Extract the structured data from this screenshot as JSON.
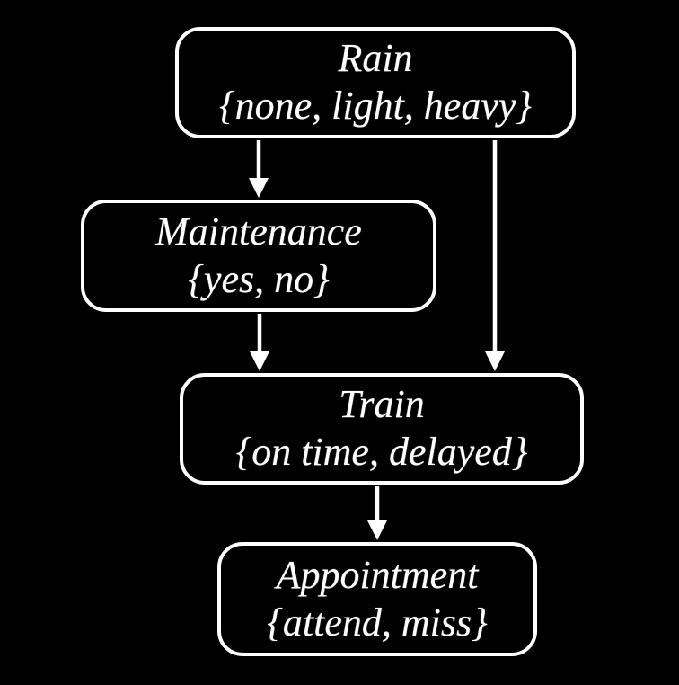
{
  "diagram": {
    "type": "bayesian-network",
    "background_color": "#000000",
    "node_fill_color": "#000000",
    "node_border_color": "#ffffff",
    "text_color": "#ffffff",
    "edge_color": "#ffffff",
    "nodes": [
      {
        "id": "rain",
        "label": "Rain",
        "domain": "{none, light, heavy}"
      },
      {
        "id": "maintenance",
        "label": "Maintenance",
        "domain": "{yes, no}"
      },
      {
        "id": "train",
        "label": "Train",
        "domain": "{on time, delayed}"
      },
      {
        "id": "appointment",
        "label": "Appointment",
        "domain": "{attend, miss}"
      }
    ],
    "edges": [
      {
        "from": "rain",
        "to": "maintenance"
      },
      {
        "from": "rain",
        "to": "train"
      },
      {
        "from": "maintenance",
        "to": "train"
      },
      {
        "from": "train",
        "to": "appointment"
      }
    ]
  }
}
